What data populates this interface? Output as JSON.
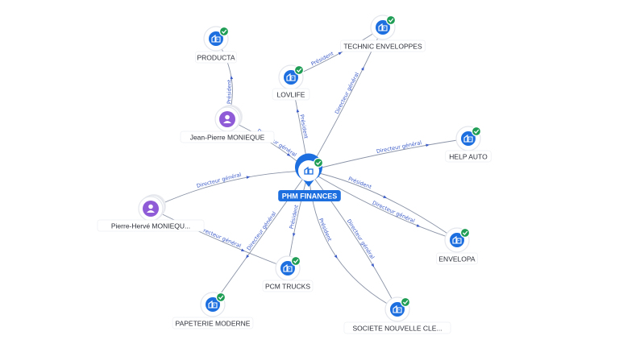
{
  "central": {
    "label": "PHM FINANCES",
    "icon": "building-icon",
    "verified": true
  },
  "companies": [
    {
      "id": "producta",
      "label": "PRODUCTA",
      "icon": "building-icon",
      "verified": true
    },
    {
      "id": "technic",
      "label": "TECHNIC ENVELOPPES",
      "icon": "building-icon",
      "verified": true
    },
    {
      "id": "lovlife",
      "label": "LOVLIFE",
      "icon": "building-icon",
      "verified": true
    },
    {
      "id": "helpauto",
      "label": "HELP AUTO",
      "icon": "building-icon",
      "verified": true
    },
    {
      "id": "envelopa",
      "label": "ENVELOPA",
      "icon": "building-icon",
      "verified": true
    },
    {
      "id": "pcm",
      "label": "PCM TRUCKS",
      "icon": "building-icon",
      "verified": true
    },
    {
      "id": "papeterie",
      "label": "PAPETERIE MODERNE",
      "icon": "building-icon",
      "verified": true
    },
    {
      "id": "societe",
      "label": "SOCIETE NOUVELLE CLE...",
      "icon": "building-icon",
      "verified": true
    }
  ],
  "persons": [
    {
      "id": "jp",
      "label": "Jean-Pierre MONIEQUE",
      "icon": "person-icon"
    },
    {
      "id": "ph",
      "label": "Pierre-Hervé MONIEQU...",
      "icon": "person-icon"
    }
  ],
  "edges": [
    {
      "from": "jp",
      "to": "producta",
      "label": "Président"
    },
    {
      "from": "jp",
      "to": "central",
      "label": "Directeur général"
    },
    {
      "from": "central",
      "to": "lovlife",
      "label": "Président"
    },
    {
      "from": "lovlife",
      "to": "technic",
      "label": "Président"
    },
    {
      "from": "central",
      "to": "technic",
      "label": "Directeur général"
    },
    {
      "from": "central",
      "to": "helpauto",
      "label": "Directeur général"
    },
    {
      "from": "central",
      "to": "envelopa",
      "label": "Président"
    },
    {
      "from": "central",
      "to": "envelopa",
      "label": "Directeur général"
    },
    {
      "from": "ph",
      "to": "central",
      "label": "Directeur général"
    },
    {
      "from": "ph",
      "to": "pcm",
      "label": "Directeur général"
    },
    {
      "from": "central",
      "to": "pcm",
      "label": "Président"
    },
    {
      "from": "central",
      "to": "papeterie",
      "label": "Directeur général"
    },
    {
      "from": "central",
      "to": "societe",
      "label": "Président"
    },
    {
      "from": "central",
      "to": "societe",
      "label": "Directeur général"
    }
  ],
  "colors": {
    "company": "#1d6fe0",
    "person": "#8f5bd6",
    "verified": "#1f9d55",
    "edge_label": "#3b5bc7"
  }
}
